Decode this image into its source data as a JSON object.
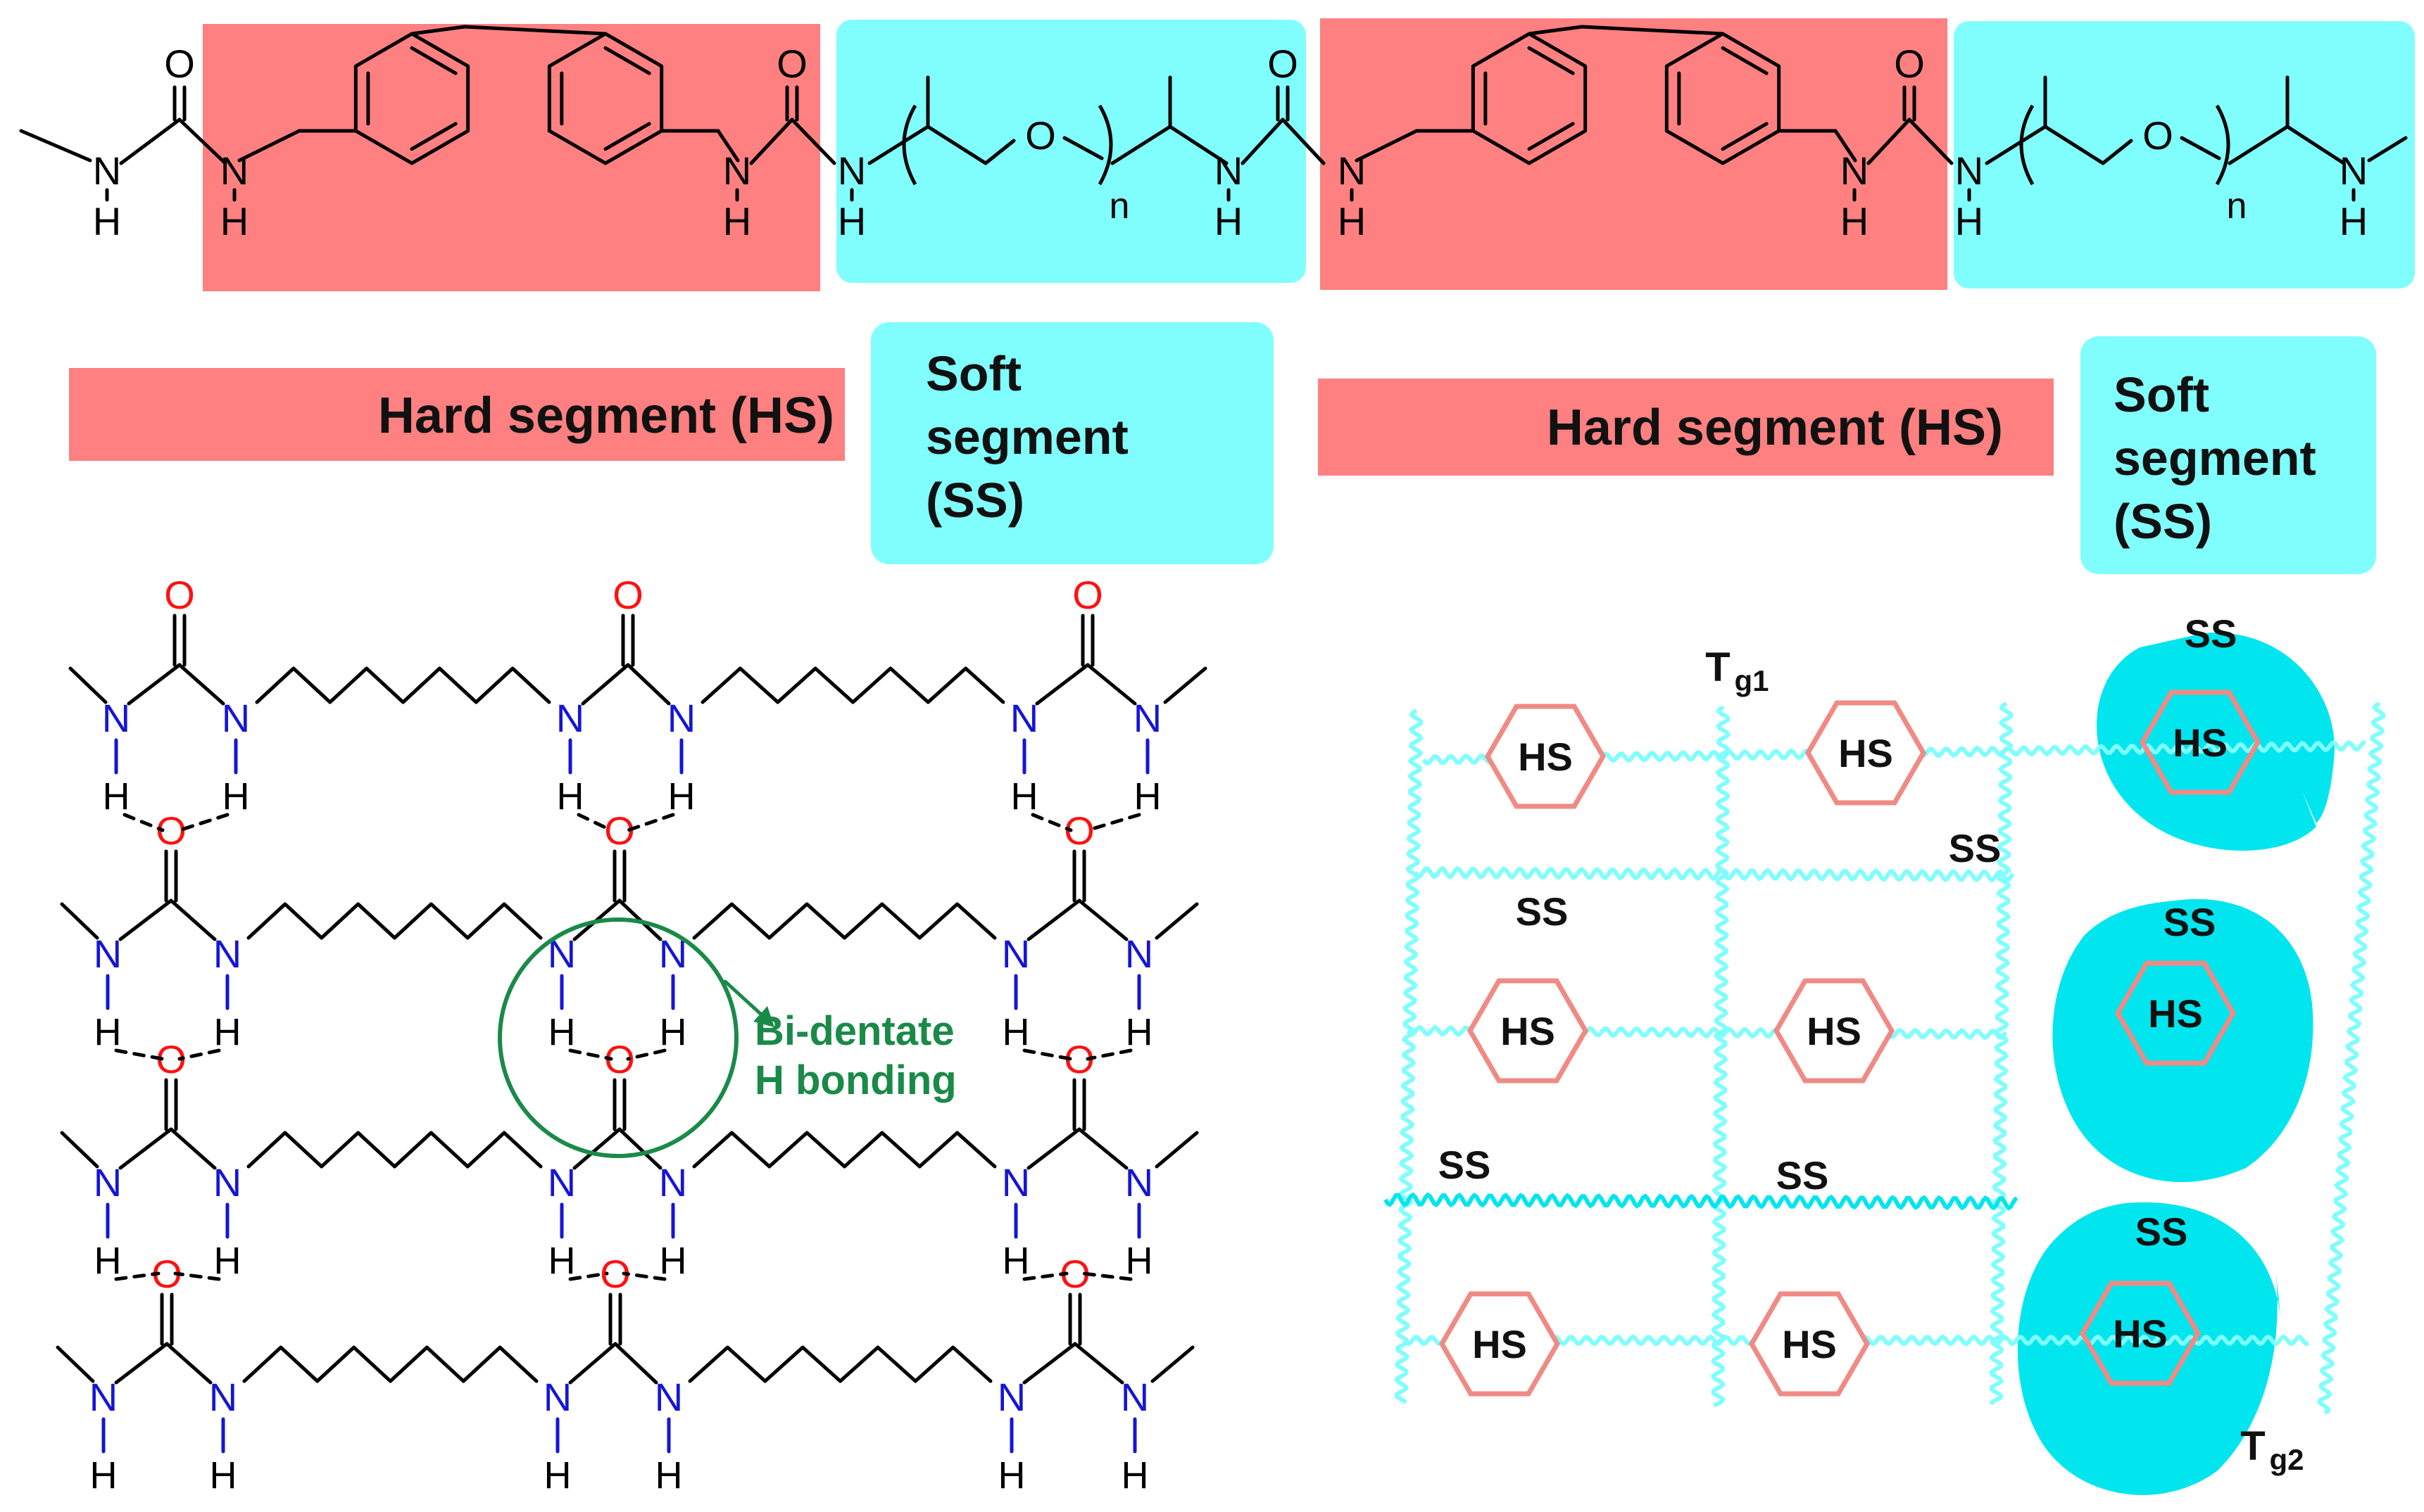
{
  "colors": {
    "hard": "#fe8080",
    "soft": "#80fefe",
    "soft_dark": "#00e5ee",
    "hex_stroke": "#f08a84",
    "bond": "#000000",
    "nitrogen": "#1515d6",
    "oxygen": "#ff1010",
    "highlight": "#1a8a48"
  },
  "top_chain": {
    "atoms": {
      "N": "N",
      "H": "H",
      "O": "O",
      "n": "n"
    }
  },
  "legend": {
    "hard_1": "Hard segment (HS)",
    "hard_2": "Hard segment (HS)",
    "soft_1": [
      "Soft",
      "segment",
      "(SS)"
    ],
    "soft_2": [
      "Soft",
      "segment",
      "(SS)"
    ]
  },
  "hbond": {
    "N": "N",
    "H": "H",
    "O": "O",
    "callout": [
      "Bi-dentate",
      "H bonding"
    ]
  },
  "morphology": {
    "hs": "HS",
    "ss": "SS",
    "tg1": {
      "base": "T",
      "sub": "g1"
    },
    "tg2": {
      "base": "T",
      "sub": "g2"
    }
  },
  "icons": [
    "ring-icon",
    "wavy-chain-icon",
    "circle-highlight-icon",
    "arrow-icon"
  ]
}
